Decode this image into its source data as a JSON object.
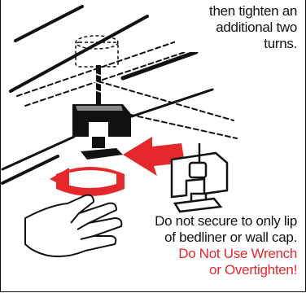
{
  "instruction": {
    "lines": [
      "then tighten an",
      "additional two",
      "turns."
    ]
  },
  "caution": {
    "lines": [
      "Do not secure to only lip",
      "of bedliner or wall cap."
    ]
  },
  "warning": {
    "lines": [
      "Do Not Use Wrench",
      "or Overtighten!"
    ],
    "color": "#e4282c"
  },
  "icons": [
    "clamp-assembly-icon",
    "hand-icon",
    "rotation-arrow-icon",
    "direction-arrow-icon",
    "clamp-detail-icon"
  ]
}
